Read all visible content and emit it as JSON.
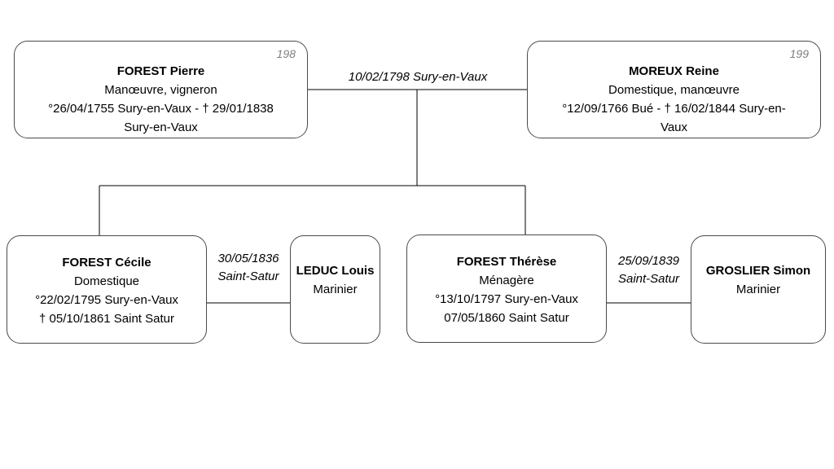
{
  "persons": {
    "pierre": {
      "number": "198",
      "name": "FOREST Pierre",
      "occupation": "Manœuvre, vigneron",
      "life1": "°26/04/1755 Sury-en-Vaux - † 29/01/1838",
      "life2": "Sury-en-Vaux"
    },
    "reine": {
      "number": "199",
      "name": "MOREUX Reine",
      "occupation": "Domestique, manœuvre",
      "life1": "°12/09/1766 Bué - † 16/02/1844 Sury-en-",
      "life2": "Vaux"
    },
    "cecile": {
      "name": "FOREST Cécile",
      "occupation": "Domestique",
      "life1": "°22/02/1795 Sury-en-Vaux",
      "life2": "† 05/10/1861 Saint Satur"
    },
    "leduc": {
      "name": "LEDUC Louis",
      "occupation": "Marinier"
    },
    "therese": {
      "name": "FOREST Thérèse",
      "occupation": "Ménagère",
      "life1": "°13/10/1797 Sury-en-Vaux",
      "life2": "07/05/1860 Saint Satur"
    },
    "groslier": {
      "name": "GROSLIER Simon",
      "occupation": "Marinier"
    }
  },
  "marriages": {
    "parents": {
      "text": "10/02/1798 Sury-en-Vaux"
    },
    "cecile_leduc": {
      "date": "30/05/1836",
      "place": "Saint-Satur"
    },
    "therese_groslier": {
      "date": "25/09/1839",
      "place": "Saint-Satur"
    }
  },
  "colors": {
    "line": "#000000",
    "border": "#4a4a4a",
    "number": "#808080"
  }
}
